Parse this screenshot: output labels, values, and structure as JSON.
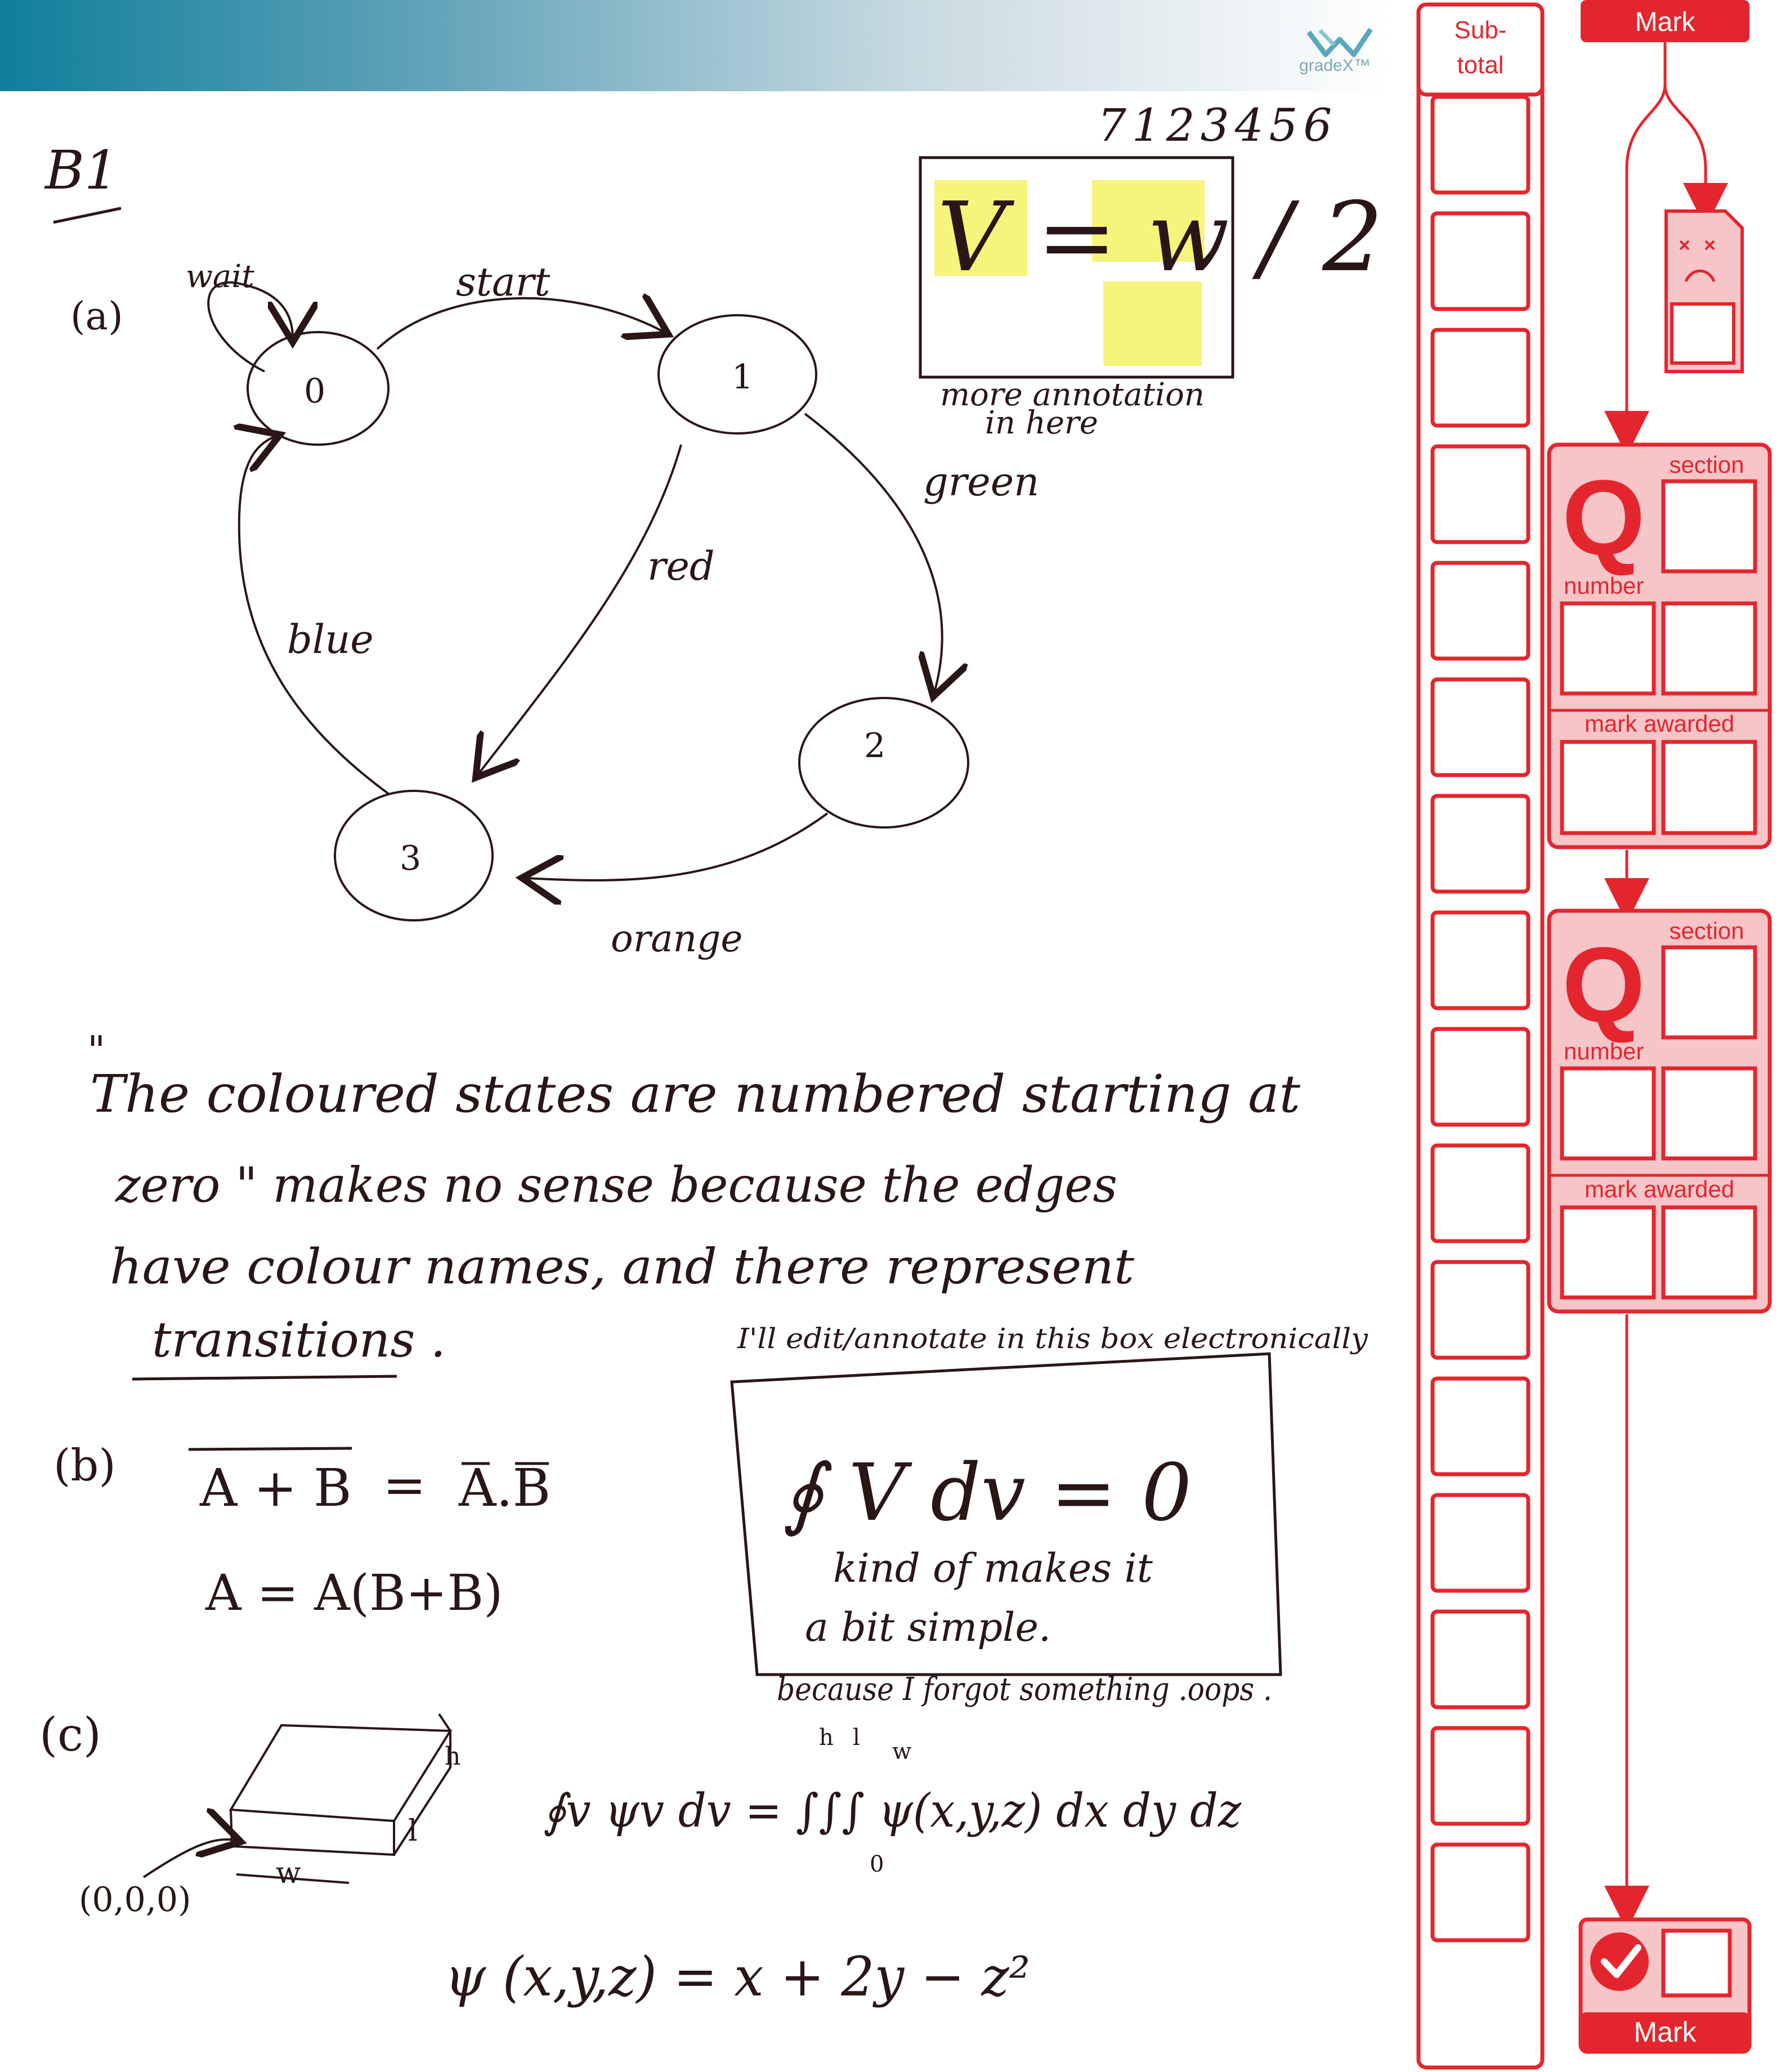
{
  "header": {
    "logo_text": "gradeX™"
  },
  "student_id": "7123456",
  "question_label": "B1",
  "part_a": {
    "label": "(a)",
    "states": [
      "0",
      "1",
      "2",
      "3"
    ],
    "edges": [
      "wait",
      "start",
      "green",
      "red",
      "blue",
      "orange"
    ]
  },
  "annotation_box_1": {
    "content": "V = w / 2",
    "caption_line1": "more annotation",
    "caption_line2": "in here"
  },
  "answer_text": {
    "quote_mark": "\"",
    "line1": "The coloured states are numbered starting at",
    "line2": "zero \" makes no sense because the edges",
    "line3": "have colour names, and there represent",
    "line4": "transitions ."
  },
  "annotation_box_2": {
    "header_note": "I'll edit/annotate in this box electronically",
    "formula": "∮ V dv = 0",
    "note_line1": "kind of makes it",
    "note_line2": "a bit simple.",
    "footer_note": "because I forgot something .oops ."
  },
  "part_b": {
    "label": "(b)",
    "eq1_lhs": "A + B",
    "eq1_rhs": "A.B",
    "eq2": "A = A(B+B)"
  },
  "part_c": {
    "label": "(c)",
    "origin": "(0,0,0)",
    "dims": {
      "w": "w",
      "l": "l",
      "h": "h"
    },
    "integral_eq": "∮v ψv dv = ∫∫∫ ψ(x,y,z) dx dy dz",
    "limits": {
      "h": "h",
      "l": "l",
      "w": "w",
      "zero": "0"
    },
    "psi_eq": "ψ (x,y,z) = x + 2y − z²"
  },
  "subtotal_column": {
    "label_line1": "Sub-",
    "label_line2": "total",
    "box_count": 16
  },
  "mark_panel": {
    "top_label": "Mark",
    "bottom_label": "Mark",
    "q_letter": "Q",
    "section_label": "section",
    "number_label": "number",
    "mark_awarded_label": "mark awarded",
    "colors": {
      "accent": "#e3262e",
      "fill": "#f6c5c8"
    }
  }
}
